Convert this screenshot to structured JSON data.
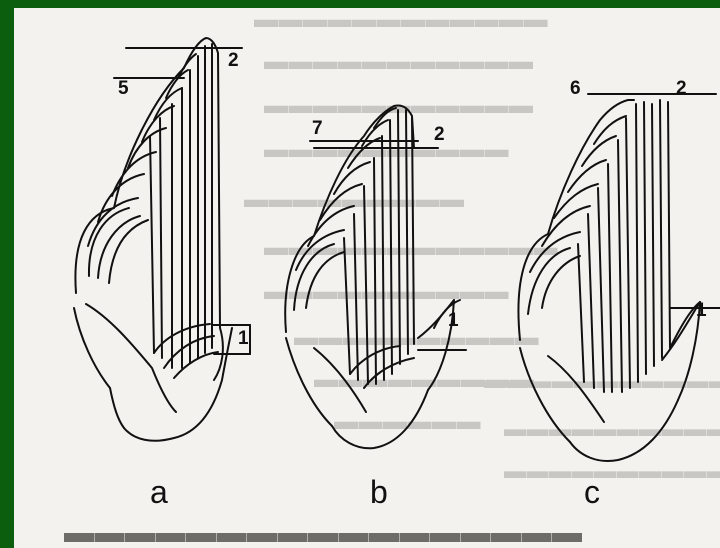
{
  "figure": {
    "panels": [
      {
        "id": "a",
        "caption": "a",
        "top_labels": [
          "5",
          "2"
        ],
        "bottom_label": "1"
      },
      {
        "id": "b",
        "caption": "b",
        "top_labels": [
          "7",
          "2"
        ],
        "bottom_label": "1"
      },
      {
        "id": "c",
        "caption": "c",
        "top_labels": [
          "6",
          "2"
        ],
        "bottom_label": "1"
      }
    ]
  },
  "colors": {
    "frame": "#0b5e0e",
    "paper": "#f3f2ef",
    "ink": "#111111",
    "bleed": "#c9c7c3"
  }
}
